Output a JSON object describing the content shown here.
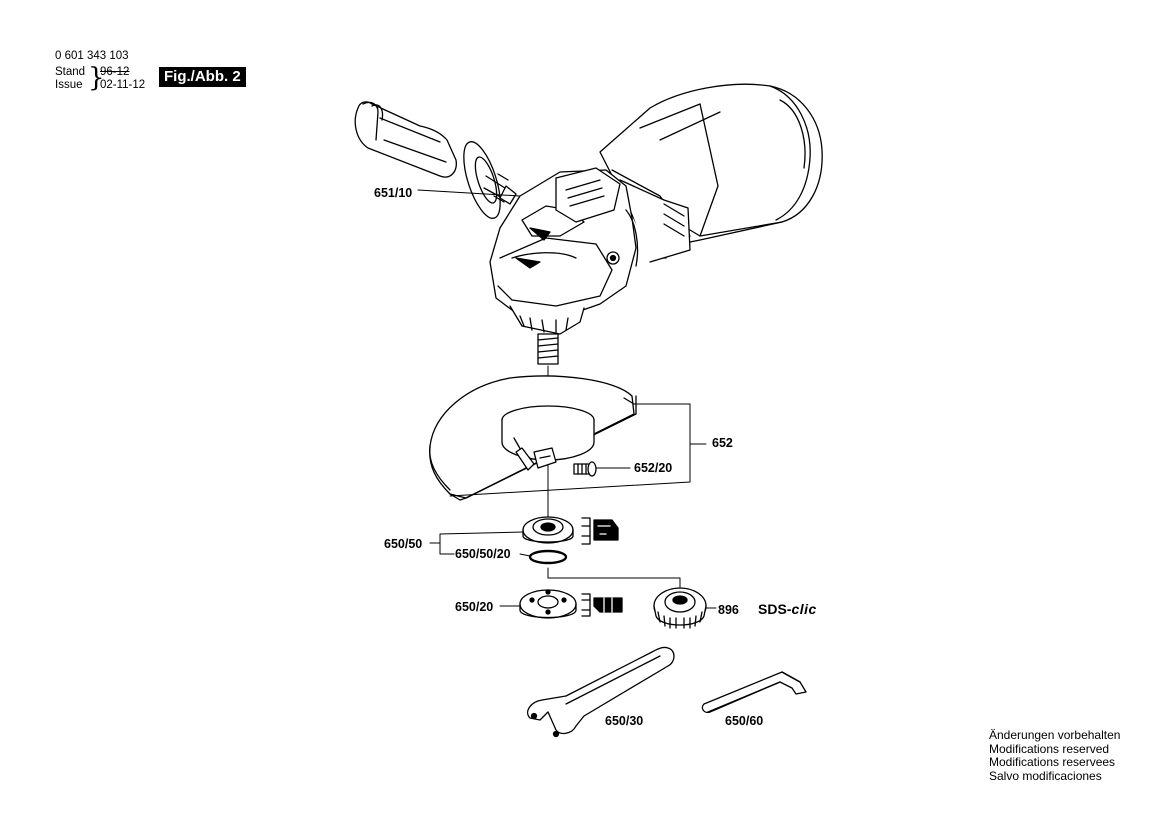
{
  "header": {
    "part_number": "0 601 343 103",
    "stand_label": "Stand",
    "issue_label": "Issue",
    "stand_old": "96-12",
    "issue_value": "02-11-12",
    "figure_badge": "Fig./Abb. 2"
  },
  "parts": [
    {
      "id": "651-10",
      "label": "651/10"
    },
    {
      "id": "652",
      "label": "652"
    },
    {
      "id": "652-20",
      "label": "652/20"
    },
    {
      "id": "650-50",
      "label": "650/50"
    },
    {
      "id": "650-50-20",
      "label": "650/50/20"
    },
    {
      "id": "650-20",
      "label": "650/20"
    },
    {
      "id": "896",
      "label": "896"
    },
    {
      "id": "650-30",
      "label": "650/30"
    },
    {
      "id": "650-60",
      "label": "650/60"
    }
  ],
  "sds": {
    "prefix": "SDS-",
    "suffix": "clic"
  },
  "notes": [
    "Änderungen vorbehalten",
    "Modifications reserved",
    "Modifications reservees",
    "Salvo modificaciones"
  ]
}
